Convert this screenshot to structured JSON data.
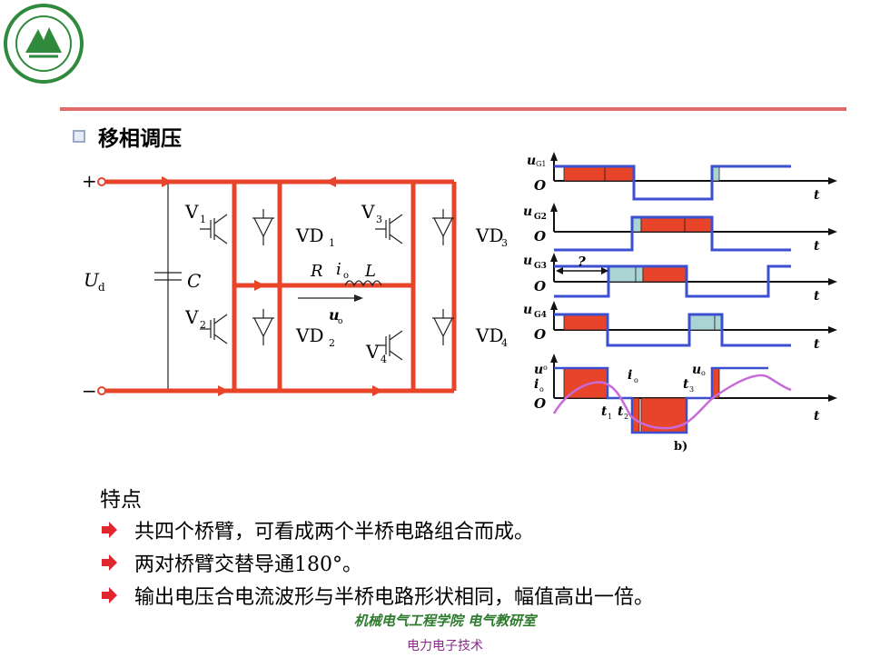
{
  "logo": {
    "icon": "university-seal-icon",
    "color": "#2f8a3c"
  },
  "section": {
    "title": "移相调压"
  },
  "circuit": {
    "plus_label": "+",
    "minus_label": "−",
    "ud_label": "U",
    "ud_sub": "d",
    "c_label": "C",
    "v1": "V",
    "v1_sub": "1",
    "v2": "V",
    "v2_sub": "2",
    "v3": "V",
    "v3_sub": "3",
    "v4": "V",
    "v4_sub": "4",
    "vd1": "VD",
    "vd1_sub": "1",
    "vd2": "VD",
    "vd2_sub": "2",
    "vd3": "VD",
    "vd3_sub": "3",
    "vd4": "VD",
    "vd4_sub": "4",
    "r_label": "R",
    "io_label": "i",
    "io_sub": "o",
    "l_label": "L",
    "uo_label": "u",
    "uo_sub": "o",
    "current_color": "#e8442a"
  },
  "waveforms": {
    "ug1": "u",
    "ug1_sub": "G1",
    "ug2": "u",
    "ug2_sub": "G2",
    "ug3": "u",
    "ug3_sub": "G3",
    "ug4": "u",
    "ug4_sub": "G4",
    "origin": "O",
    "t": "t",
    "question": "?",
    "uo": "u",
    "uo_sub": "o",
    "io": "i",
    "io_sub": "o",
    "t1": "t",
    "t1_sub": "1",
    "t2": "t",
    "t2_sub": "2",
    "t3": "t",
    "t3_sub": "3",
    "caption": "b)",
    "gate_color": "#3b4fd0",
    "output_current_color": "#c86ad8"
  },
  "features": {
    "heading": "特点",
    "items": [
      "共四个桥臂，可看成两个半桥电路组合而成。",
      "两对桥臂交替导通180°。",
      "输出电压合电流波形与半桥电路形状相同，幅值高出一倍。"
    ]
  },
  "footer": {
    "department": "机械电气工程学院 电气教研室",
    "course": "电力电子技术"
  }
}
